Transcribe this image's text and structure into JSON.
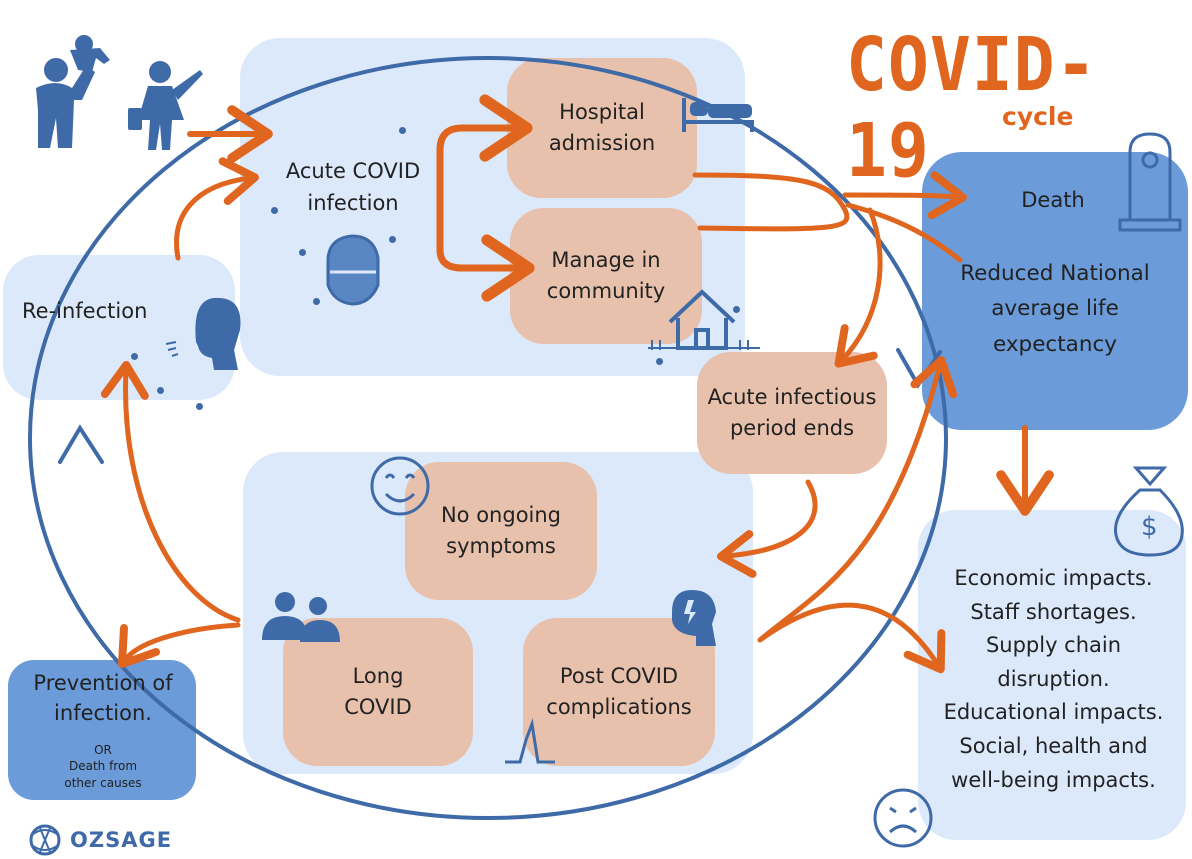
{
  "title": "COVID-19",
  "subtitle": "cycle",
  "nodes": {
    "acute": "Acute COVID\ninfection",
    "hospital": "Hospital\nadmission",
    "community": "Manage in\ncommunity",
    "death": "Death",
    "life_expectancy": "Reduced National\naverage life\nexpectancy",
    "reinfection": "Re-infection",
    "infectious_ends": "Acute infectious\nperiod ends",
    "no_symptoms": "No ongoing\nsymptoms",
    "long_covid": "Long\nCOVID",
    "post_covid": "Post COVID\ncomplications",
    "prevention": "Prevention of\ninfection.",
    "prevention_or": "OR",
    "prevention_death": "Death from\nother causes",
    "impacts": "Economic impacts.\nStaff shortages.\nSupply chain\ndisruption.\nEducational impacts.\nSocial, health and\nwell-being impacts."
  },
  "logo": {
    "text": "OZSAGE"
  },
  "colors": {
    "orange": "#e0651e",
    "blue": "#3f6aa8",
    "panel": "#dbe9fa",
    "box": "#e8c1ad",
    "dark_panel": "#6b9bd8"
  },
  "icons": [
    "family-icon",
    "bed-icon",
    "masked-face-icon",
    "house-icon",
    "cough-head-icon",
    "gravestone-icon",
    "money-bag-icon",
    "smiley-icon",
    "people-icon",
    "storm-head-icon",
    "pulse-icon",
    "sad-face-icon",
    "ozsage-logo-icon"
  ]
}
